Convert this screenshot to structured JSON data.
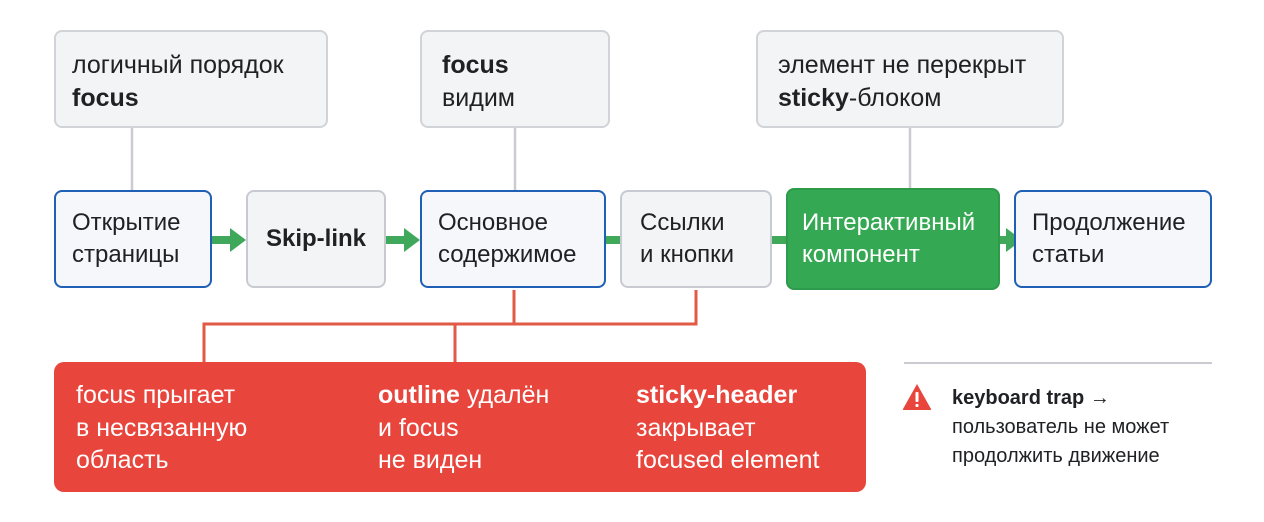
{
  "notes": {
    "order": {
      "line1": "логичный порядок",
      "bold": "focus"
    },
    "visible": {
      "bold": "focus",
      "line2": "видим"
    },
    "sticky": {
      "line1": "элемент не перекрыт",
      "bold": "sticky",
      "rest": "-блоком"
    }
  },
  "steps": [
    {
      "line1": "Открытие",
      "line2": "страницы"
    },
    {
      "line1": "Skip-link"
    },
    {
      "line1": "Основное",
      "line2": "содержимое"
    },
    {
      "line1": "Ссылки",
      "line2": "и кнопки"
    },
    {
      "line1": "Интерактивный",
      "line2": "компонент"
    },
    {
      "line1": "Продолжение",
      "line2": "статьи"
    }
  ],
  "errors": {
    "jump": {
      "line1": "focus прыгает",
      "line2": "в несвязанную",
      "line3": "область"
    },
    "outline": {
      "bold": "outline",
      "rest": " удалён",
      "line2": "и focus",
      "line3": "не виден"
    },
    "sticky": {
      "bold": "sticky-header",
      "line2": "закрывает",
      "line3": "focused element"
    }
  },
  "legend": {
    "title": "keyboard trap →",
    "line1": "пользователь не может",
    "line2": "продолжить движение"
  },
  "icons": {
    "arrow": "arrow-right-icon",
    "warning": "warning-triangle-icon"
  },
  "colors": {
    "blue_border": "#1f5fb5",
    "green": "#34a853",
    "arrow_green": "#3fa85a",
    "red": "#e8453c",
    "connector_gray": "#c9ccd1",
    "warning": "#e8453c"
  }
}
